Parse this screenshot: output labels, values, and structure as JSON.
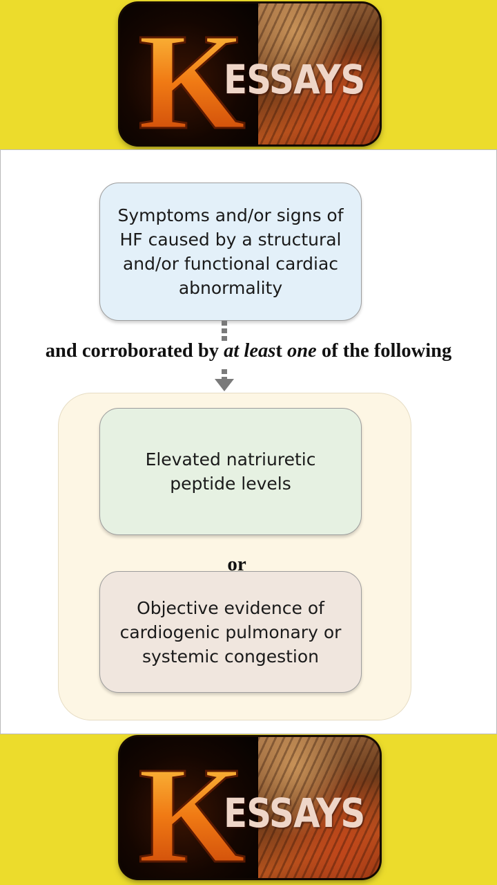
{
  "logo": {
    "letter": "K",
    "word": "ESSAYS"
  },
  "flow": {
    "top_box": "Symptoms and/or signs of HF caused by a structural and/or functional cardiac abnormality",
    "connector_label": {
      "part1": "and corroborated by ",
      "emph1": "at",
      "gap": " ",
      "emph2": "leas",
      "part2": "t ",
      "emph3": "one",
      "part3": " of the following"
    },
    "option_1": "Elevated natriuretic peptide levels",
    "separator": "or",
    "option_2": "Objective evidence of cardiogenic pulmonary or systemic congestion"
  },
  "colors": {
    "banner": "#ecdc2c",
    "top_box_fill": "#e3f0f9",
    "group_fill": "#fdf6e4",
    "option_1_fill": "#e6f1e2",
    "option_2_fill": "#f0e6de",
    "arrow": "#7a7a7a"
  }
}
